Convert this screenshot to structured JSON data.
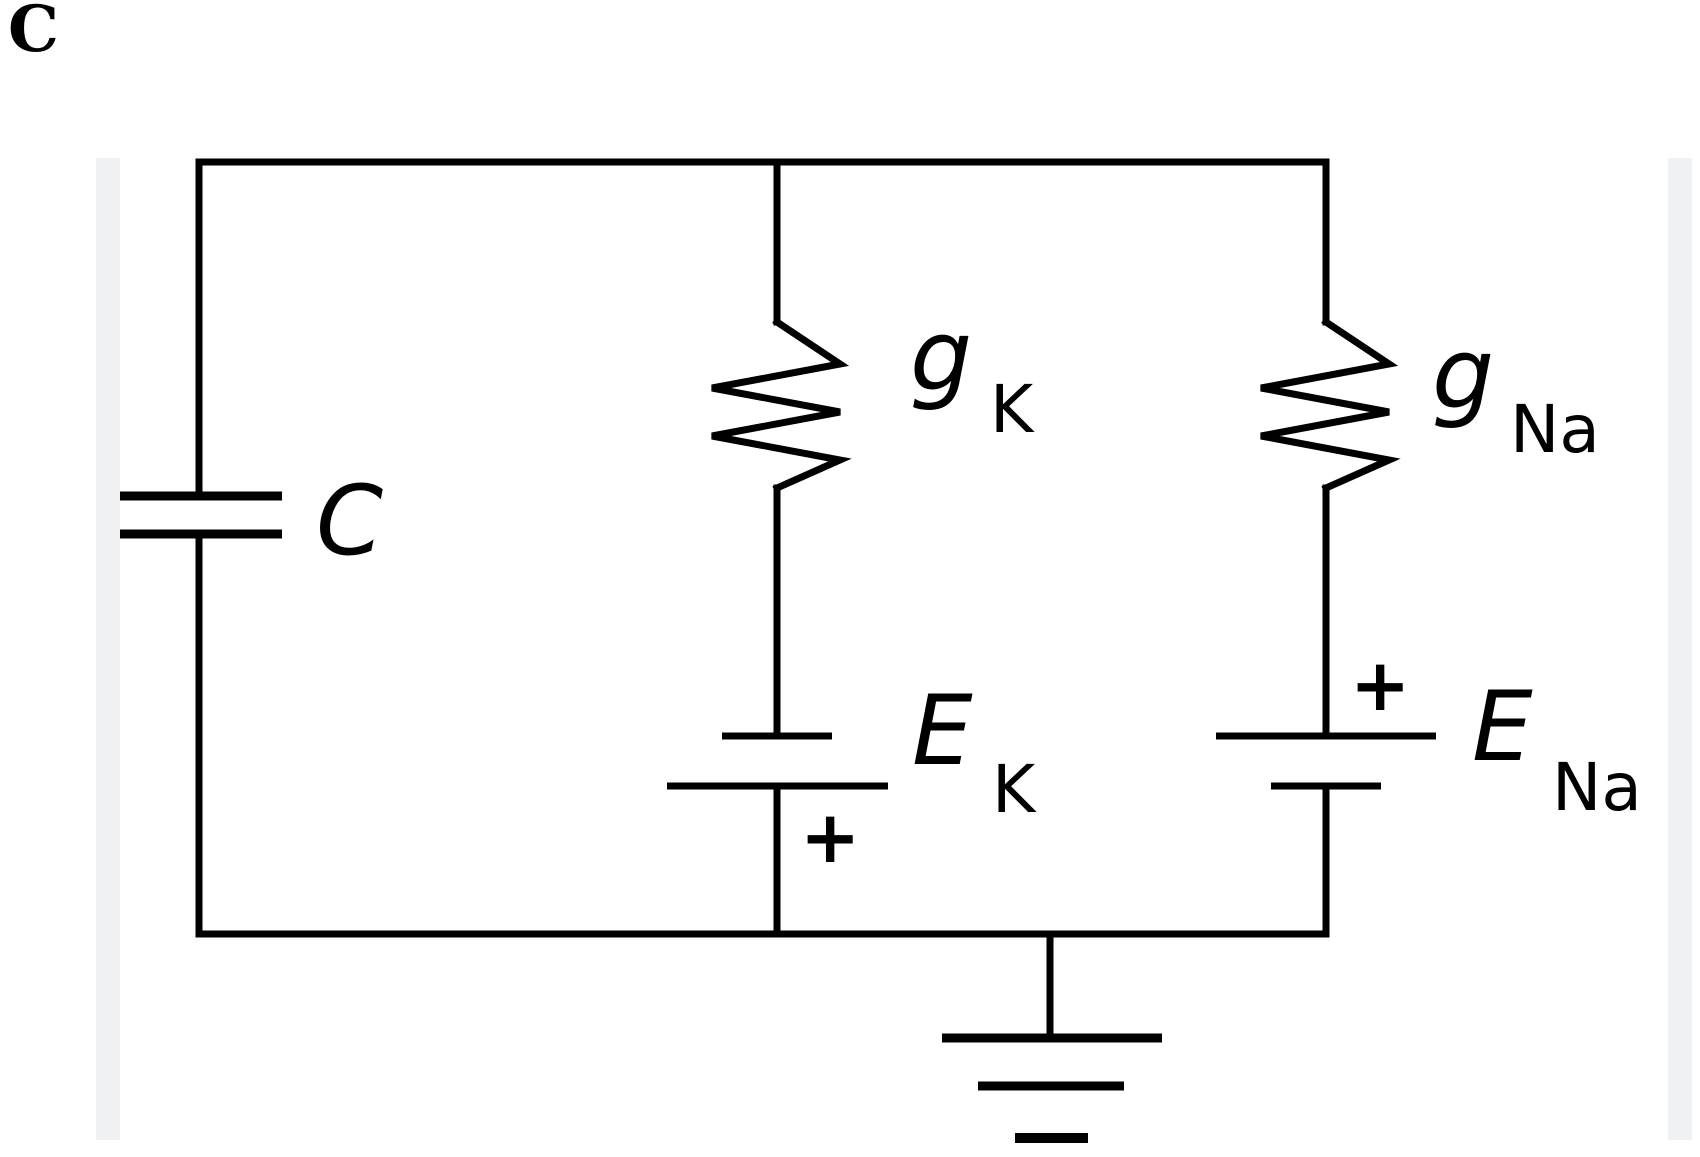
{
  "panel_label": "C",
  "labels": {
    "capacitor": "C",
    "gk_symbol": "g",
    "gk_sub": "K",
    "gna_symbol": "g",
    "gna_sub": "Na",
    "ek_symbol": "E",
    "ek_sub": "K",
    "ena_symbol": "E",
    "ena_sub": "Na",
    "ek_polarity": "+",
    "ena_polarity": "+"
  },
  "colors": {
    "wire": "#000000",
    "frame": "#f0f1f3",
    "background": "#ffffff"
  }
}
